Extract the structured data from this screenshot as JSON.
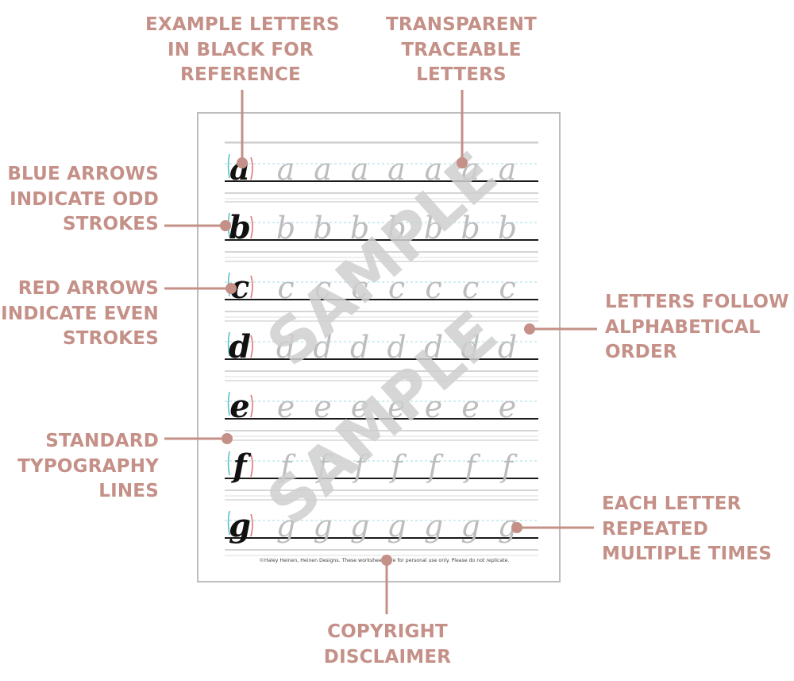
{
  "callouts": {
    "example_letters": [
      "EXAMPLE LETTERS",
      "IN BLACK FOR",
      "REFERENCE"
    ],
    "transparent_letters": [
      "TRANSPARENT",
      "TRACEABLE",
      "LETTERS"
    ],
    "blue_arrows": [
      "BLUE ARROWS",
      "INDICATE ODD",
      "STROKES"
    ],
    "red_arrows": [
      "RED ARROWS",
      "INDICATE EVEN",
      "STROKES"
    ],
    "typography_lines": [
      "STANDARD",
      "TYPOGRAPHY",
      "LINES"
    ],
    "alphabetical": [
      "LETTERS FOLLOW",
      "ALPHABETICAL",
      "ORDER"
    ],
    "repeated": [
      "EACH LETTER",
      "REPEATED",
      "MULTIPLE TIMES"
    ],
    "copyright": [
      "COPYRIGHT",
      "DISCLAIMER"
    ]
  },
  "worksheet": {
    "letters": [
      "a",
      "b",
      "c",
      "d",
      "e",
      "f",
      "g"
    ],
    "watermark": "SAMPLE",
    "footer": "©Haley Heinen, Heinen Designs. These worksheets are for personal use only. Please do not replicate."
  },
  "colors": {
    "accent": "#c49087",
    "trace_letter": "#bdbdbd",
    "example_letter": "#111111",
    "blue_arrow": "#5fc0c7",
    "red_arrow": "#e0767b",
    "watermark": "#cfcfcf"
  }
}
